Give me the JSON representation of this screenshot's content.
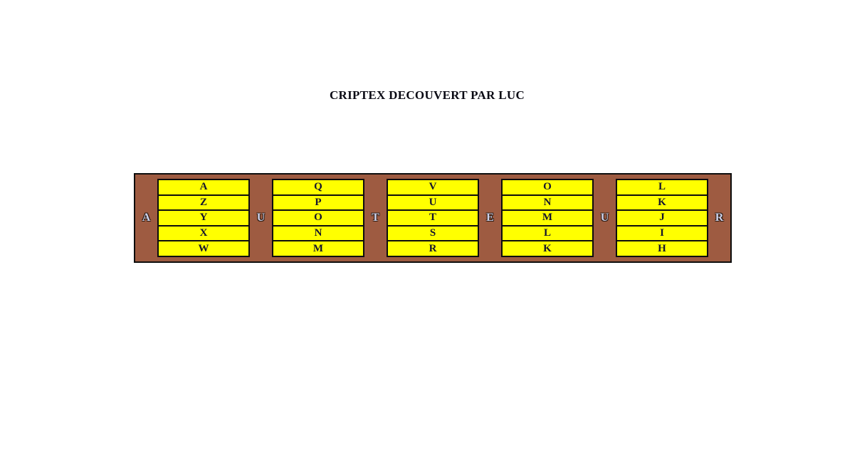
{
  "title": "CRIPTEX DECOUVERT PAR LUC",
  "cryptex": {
    "rail_letters": [
      "A",
      "U",
      "T",
      "E",
      "U",
      "R"
    ],
    "wheels": [
      {
        "letters": [
          "A",
          "Z",
          "Y",
          "X",
          "W"
        ]
      },
      {
        "letters": [
          "Q",
          "P",
          "O",
          "N",
          "M"
        ]
      },
      {
        "letters": [
          "V",
          "U",
          "T",
          "S",
          "R"
        ]
      },
      {
        "letters": [
          "O",
          "N",
          "M",
          "L",
          "K"
        ]
      },
      {
        "letters": [
          "L",
          "K",
          "J",
          "I",
          "H"
        ]
      }
    ],
    "colors": {
      "body": "#9E5B41",
      "cell_fill": "#FFFF00",
      "border": "#0D0D0D",
      "cell_letter": "#14142E",
      "rail_letter_fill": "#CDD2EC",
      "rail_letter_outline": "#2E1C12"
    }
  }
}
